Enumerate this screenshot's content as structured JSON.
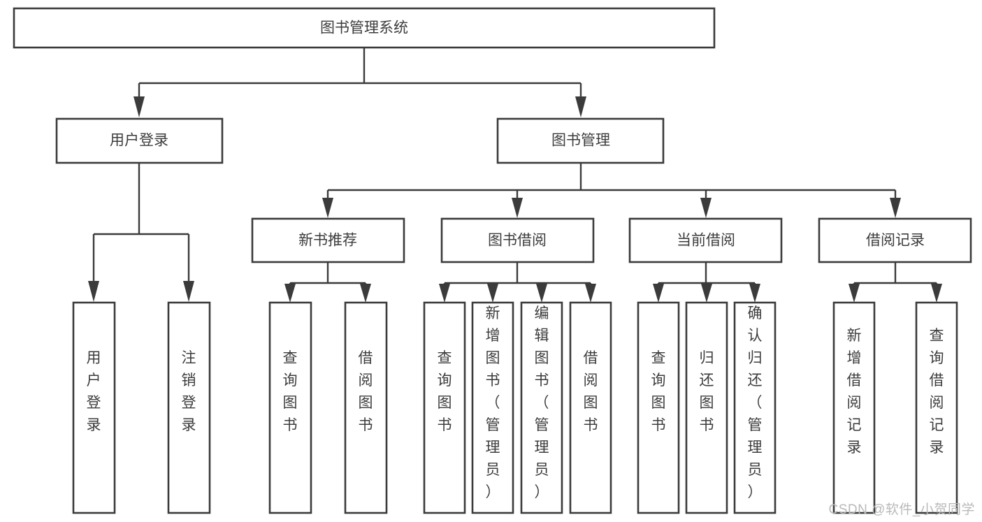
{
  "diagram": {
    "type": "tree-hierarchy",
    "title": "图书管理系统",
    "watermark": "CSDN @软件_小贺同学",
    "colors": {
      "background": "#ffffff",
      "stroke": "#3b3b3b",
      "text": "#3c3c3c",
      "watermark": "#b9b9b9"
    },
    "levels": {
      "level1": [
        {
          "id": "root",
          "label": "图书管理系统"
        }
      ],
      "level2": [
        {
          "id": "user-login",
          "label": "用户登录",
          "parent": "root"
        },
        {
          "id": "book-manage",
          "label": "图书管理",
          "parent": "root"
        }
      ],
      "level3": [
        {
          "id": "new-book-rec",
          "label": "新书推荐",
          "parent": "book-manage"
        },
        {
          "id": "book-borrow",
          "label": "图书借阅",
          "parent": "book-manage"
        },
        {
          "id": "current-borrow",
          "label": "当前借阅",
          "parent": "book-manage"
        },
        {
          "id": "borrow-record",
          "label": "借阅记录",
          "parent": "book-manage"
        }
      ],
      "level4": [
        {
          "id": "leaf-user-login",
          "label": "用户登录",
          "parent": "user-login"
        },
        {
          "id": "leaf-logout",
          "label": "注销登录",
          "parent": "user-login"
        },
        {
          "id": "leaf-query-book-1",
          "label": "查询图书",
          "parent": "new-book-rec"
        },
        {
          "id": "leaf-borrow-book-1",
          "label": "借阅图书",
          "parent": "new-book-rec"
        },
        {
          "id": "leaf-query-book-2",
          "label": "查询图书",
          "parent": "book-borrow"
        },
        {
          "id": "leaf-add-book",
          "label": "新增图书（管理员）",
          "parent": "book-borrow"
        },
        {
          "id": "leaf-edit-book",
          "label": "编辑图书（管理员）",
          "parent": "book-borrow"
        },
        {
          "id": "leaf-borrow-book-2",
          "label": "借阅图书",
          "parent": "book-borrow"
        },
        {
          "id": "leaf-query-book-3",
          "label": "查询图书",
          "parent": "current-borrow"
        },
        {
          "id": "leaf-return-book",
          "label": "归还图书",
          "parent": "current-borrow"
        },
        {
          "id": "leaf-confirm-return",
          "label": "确认归还（管理员）",
          "parent": "current-borrow"
        },
        {
          "id": "leaf-add-record",
          "label": "新增借阅记录",
          "parent": "borrow-record"
        },
        {
          "id": "leaf-query-record",
          "label": "查询借阅记录",
          "parent": "borrow-record"
        }
      ]
    }
  }
}
